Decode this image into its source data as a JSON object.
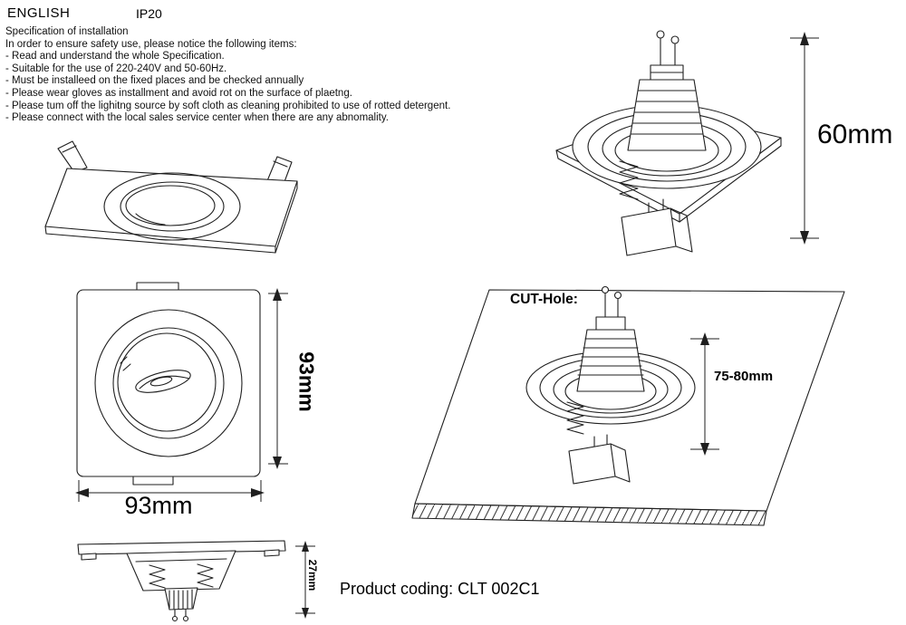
{
  "header": {
    "language": "ENGLISH",
    "ip_rating": "IP20"
  },
  "spec": {
    "title": "Specification of installation",
    "intro": "In order to ensure safety use, please notice the following items:",
    "items": [
      "- Read and understand the whole Specification.",
      "- Suitable for the use of 220-240V and 50-60Hz.",
      "- Must be installeed on the fixed places and be checked annually",
      "- Please wear gloves as installment and avoid rot on the surface of plaetng.",
      "- Please tum off the lighitng source by soft cloth as cleaning prohibited to use of rotted detergent.",
      "- Please connect with the local sales service center when there are any abnomality."
    ]
  },
  "dimensions": {
    "fixture_height": "60mm",
    "plate_height": "93mm",
    "plate_width": "93mm",
    "recess_depth": "27mm",
    "cut_hole_label": "CUT-Hole:",
    "cut_hole_range": "75-80mm"
  },
  "footer": {
    "product_coding": "Product coding: CLT 002C1"
  },
  "colors": {
    "line": "#1f1f1f",
    "text": "#000000",
    "background": "#ffffff"
  }
}
